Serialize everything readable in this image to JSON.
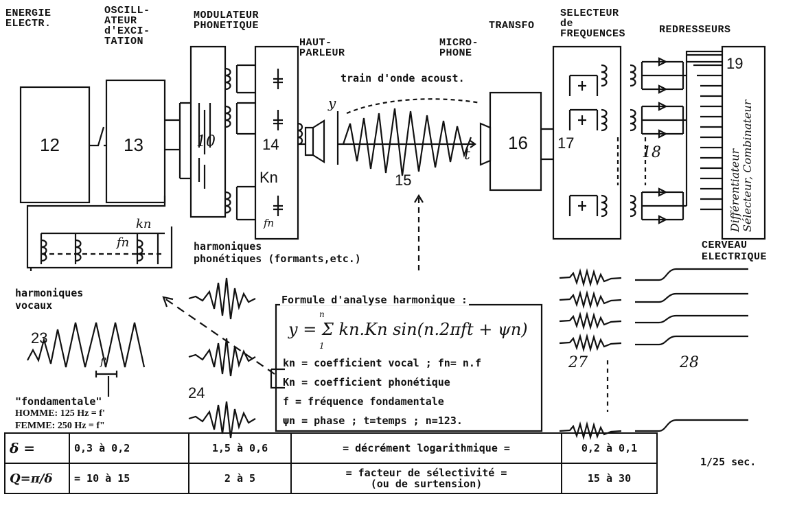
{
  "headers": {
    "energie": "ENERGIE\nELECTR.",
    "oscillateur": "OSCILL-\nATEUR\nd'EXCI-\nTATION",
    "modulateur": "MODULATEUR\nPHONETIQUE",
    "haut_parleur": "HAUT-\nPARLEUR",
    "microphone": "MICRO-\nPHONE",
    "transfo": "TRANSFO",
    "selecteur": "SELECTEUR\nde\nFREQUENCES",
    "redresseurs": "REDRESSEURS"
  },
  "blocks": {
    "b12": "12",
    "b13": "13",
    "b10": "10",
    "b14": "14",
    "b15": "15",
    "b16": "16",
    "b17": "17",
    "b18": "18",
    "b19": "19",
    "b23": "23",
    "b24": "24",
    "b27": "27",
    "b28": "28"
  },
  "labels": {
    "train": "train d'onde acoust.",
    "y_axis": "y",
    "t_axis": "t",
    "kn_big": "Kn",
    "fn_mod": "fn",
    "fn_exc": "fn",
    "kn_small": "kn",
    "harm_phon": "harmoniques\nphonétiques (formants,etc.)",
    "harm_voc": "harmoniques\nvocaux",
    "cerveau": "CERVEAU\nELECTRIQUE",
    "f_prime": "f'",
    "fondamentale": "\"fondamentale\"",
    "homme": "HOMME: 125 Hz = f'",
    "femme": "FEMME: 250 Hz = f\"",
    "differentiateur": "Différentiateur\nSélecteur, Combinateur"
  },
  "formula": {
    "title": "Formule d'analyse harmonique :",
    "equation": "y = Σ kn.Kn sin(n.2πft + ψn)",
    "sum_top": "n",
    "sum_bottom": "1",
    "line1": "kn = coefficient vocal ; fn= n.f",
    "line2": "Kn = coefficient phonétique",
    "line3": "f = fréquence fondamentale",
    "line4": "ψn = phase ; t=temps ; n=123."
  },
  "table": {
    "row1": [
      "δ =",
      "0,3 à 0,2",
      "1,5 à 0,6",
      "= décrément logarithmique =",
      "0,2 à 0,1"
    ],
    "row2": [
      "Q=π/δ",
      "= 10 à 15",
      "2 à 5",
      "= facteur de sélectivité =\n(ou de surtension)",
      "15 à 30"
    ],
    "side": "1/25 sec."
  }
}
